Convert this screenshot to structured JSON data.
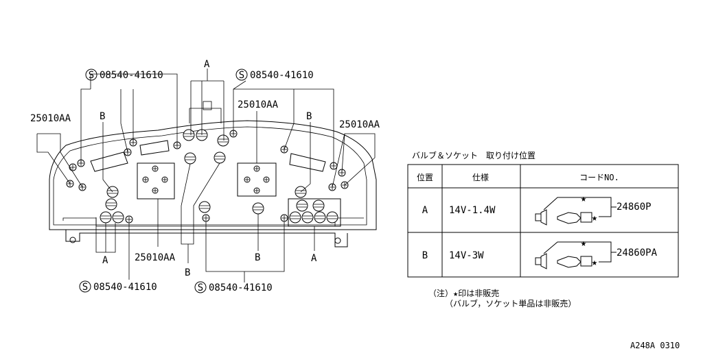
{
  "callouts": {
    "screw_label": "08540-41610",
    "screw_symbol": "S",
    "housing_code": "25010AA",
    "bulb_a": "A",
    "bulb_b": "B"
  },
  "table": {
    "title": "バルブ＆ソケット　取り付け位置",
    "headers": {
      "position": "位置",
      "spec": "仕様",
      "code": "コードNO."
    },
    "rows": [
      {
        "position": "A",
        "spec": "14V-1.4W",
        "code": "24860P"
      },
      {
        "position": "B",
        "spec": "14V-3W",
        "code": "24860PA"
      }
    ]
  },
  "notes": {
    "line1": "（注）★印は非販売",
    "line2": "（バルブ，ソケット単品は非販売）"
  },
  "figure_id": "A248A 0310"
}
